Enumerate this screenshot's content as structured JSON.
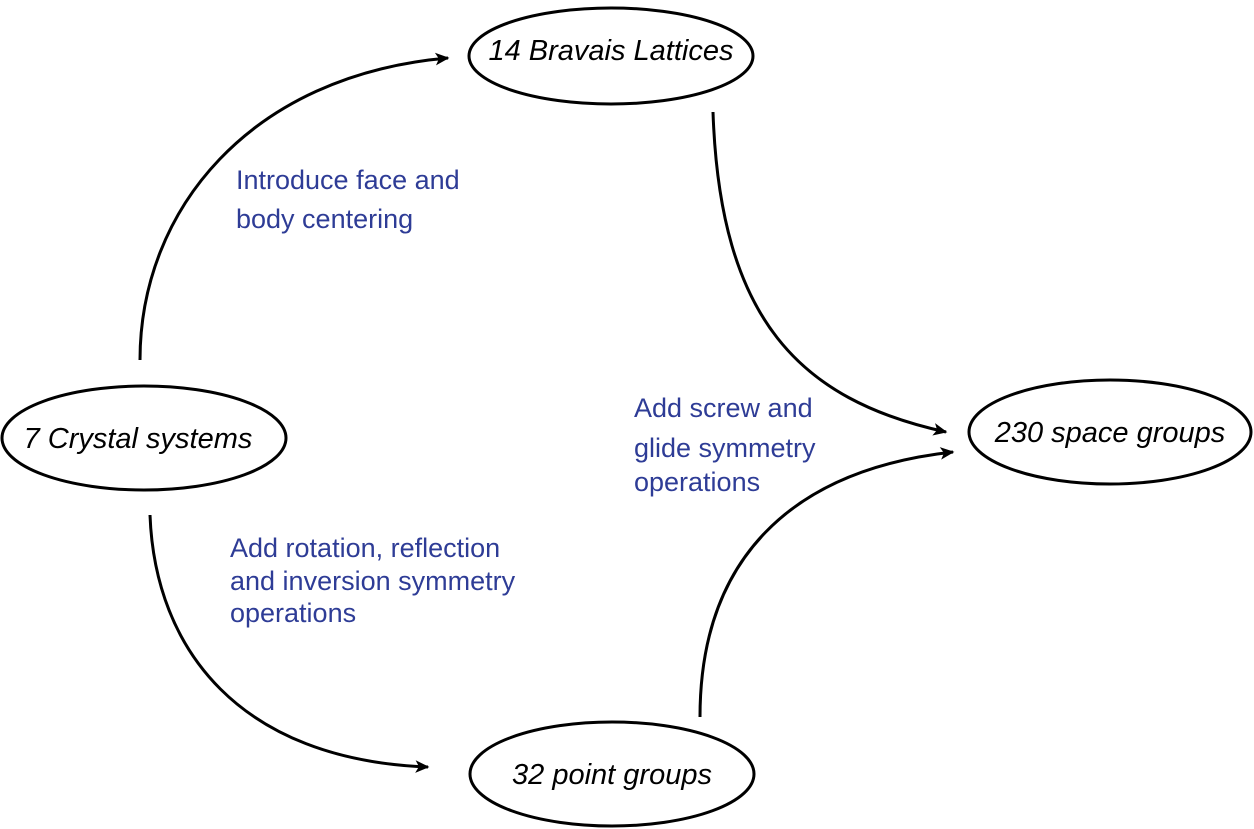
{
  "nodes": {
    "crystal_systems": "7 Crystal systems",
    "bravais_lattices": "14 Bravais Lattices",
    "space_groups": "230 space groups",
    "point_groups": "32 point groups"
  },
  "edge_labels": {
    "centering": [
      "Introduce face and",
      "body centering"
    ],
    "point_symmetry": [
      "Add rotation, reflection",
      "and inversion symmetry",
      "operations"
    ],
    "screw_glide": [
      "Add screw and",
      "glide symmetry",
      "operations"
    ]
  },
  "colors": {
    "label_text": "#2e3c96",
    "stroke": "#000000"
  }
}
